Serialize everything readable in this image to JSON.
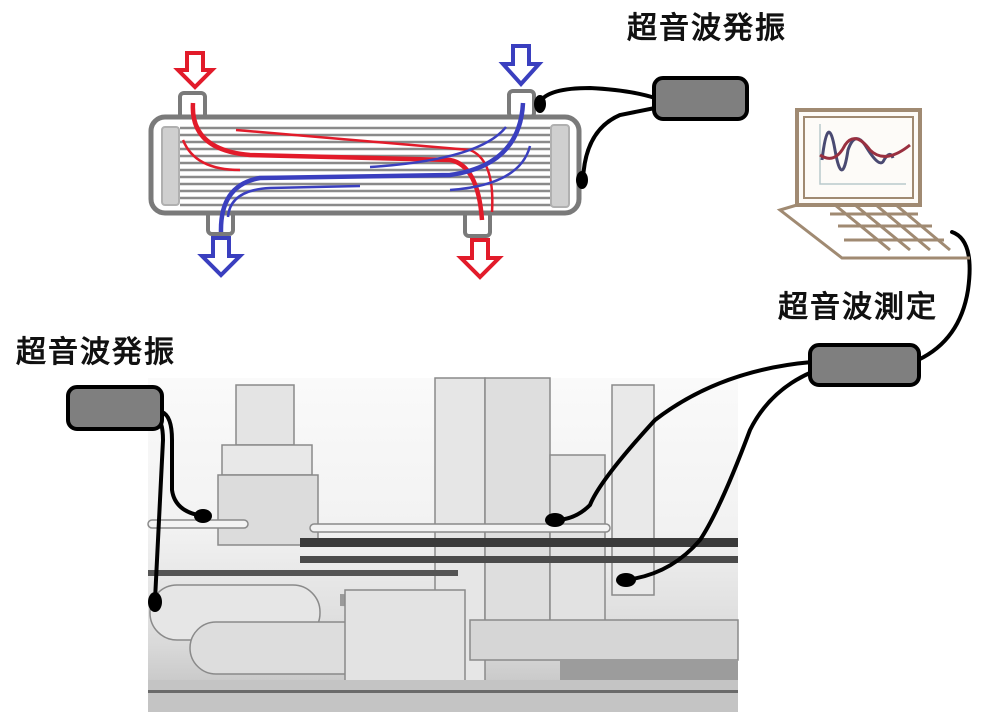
{
  "labels": {
    "top_oscillator": "超音波発振",
    "left_oscillator": "超音波発振",
    "measurement": "超音波測定"
  },
  "colors": {
    "hot_flow": "#e21b2a",
    "cold_flow": "#3a3fbf",
    "device_fill": "#7f7f7f",
    "cable": "#000000",
    "shell": "#7a7a7a",
    "laptop": "#a08a72",
    "screen_wave_a": "#4a4a72",
    "screen_wave_b": "#9a3040"
  },
  "icons": {
    "heat_exchanger": "heat-exchanger-icon",
    "oscillator": "ultrasonic-oscillator-icon",
    "sensor": "sensor-icon",
    "laptop": "laptop-icon",
    "plant": "industrial-plant-illustration"
  }
}
